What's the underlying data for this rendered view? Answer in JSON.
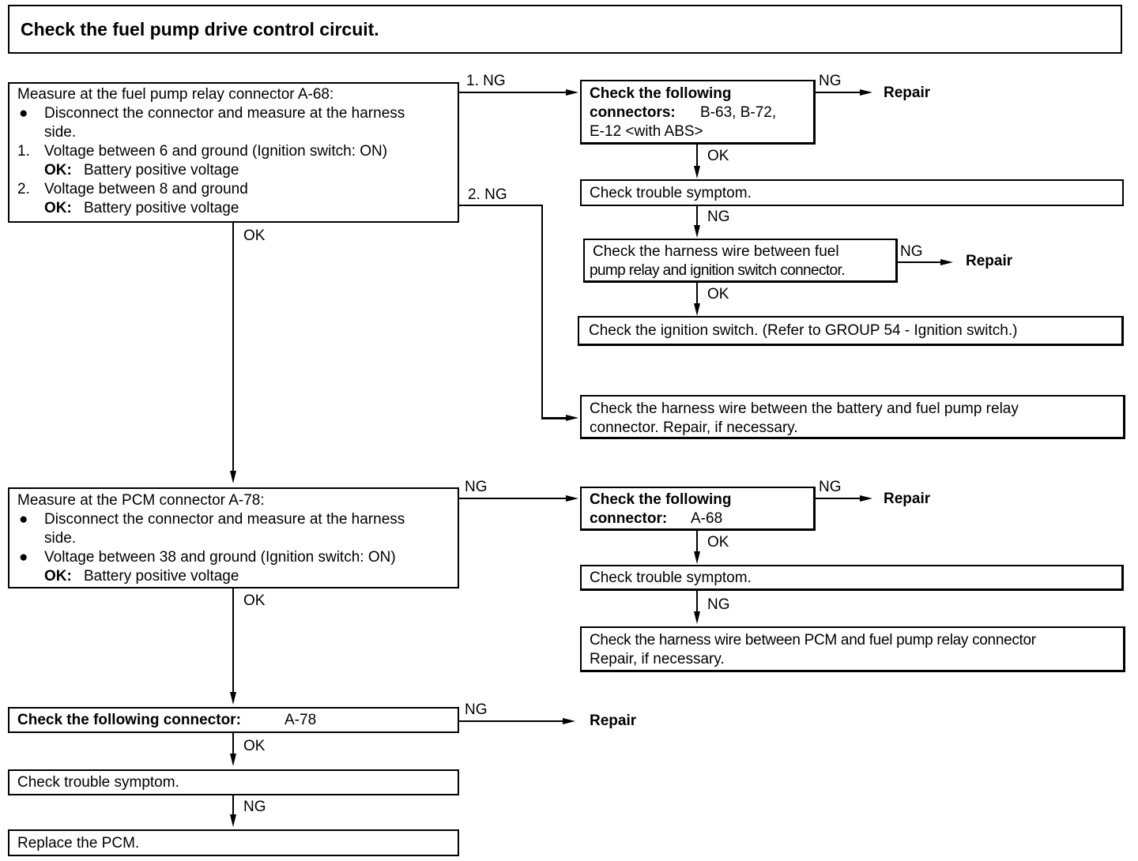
{
  "title": "Check the fuel pump drive control circuit.",
  "box1": {
    "heading": "Measure at the fuel pump relay connector A-68:",
    "bullet": "●",
    "bullet_text_1": "Disconnect the connector and measure at the harness",
    "bullet_text_2": "side.",
    "n1": "1.",
    "item1": "Voltage between 6 and ground (Ignition switch: ON)",
    "ok1_label": "OK:",
    "ok1_text": "Battery positive voltage",
    "n2": "2.",
    "item2": "Voltage between 8 and ground",
    "ok2_label": "OK:",
    "ok2_text": "Battery positive voltage"
  },
  "labels": {
    "ng1": "1. NG",
    "ng2": "2. NG",
    "ng": "NG",
    "ok": "OK"
  },
  "box2": {
    "line1": "Check the following",
    "line2_bold": "connectors:",
    "line2_rest": "B-63,   B-72,",
    "line3": "E-12 <with ABS>"
  },
  "repair": "Repair",
  "box3": {
    "text": "Check trouble symptom."
  },
  "box4": {
    "line1": "Check the harness wire between fuel",
    "line2": "pump relay and ignition switch connector."
  },
  "box5": {
    "text": "Check the ignition switch. (Refer to GROUP 54 - Ignition switch.)"
  },
  "box6": {
    "line1": "Check the harness wire between the battery and fuel pump relay",
    "line2": "connector. Repair, if necessary."
  },
  "box7": {
    "heading": "Measure at the PCM connector A-78:",
    "bullet": "●",
    "bullet_text_1": "Disconnect the connector and measure at the harness",
    "bullet_text_2": "side.",
    "item": "Voltage between 38 and ground (Ignition switch: ON)",
    "ok_label": "OK:",
    "ok_text": "Battery positive voltage"
  },
  "box8": {
    "line1": "Check the following",
    "line2_bold": "connector:",
    "line2_rest": "A-68"
  },
  "box9": {
    "text": "Check trouble symptom."
  },
  "box10": {
    "line1": "Check the harness wire between PCM and fuel pump relay connector",
    "line2": "Repair, if necessary."
  },
  "box11": {
    "bold": "Check the following connector:",
    "rest": "A-78"
  },
  "box12": {
    "text": "Check trouble symptom."
  },
  "box13": {
    "text": "Replace the PCM."
  }
}
